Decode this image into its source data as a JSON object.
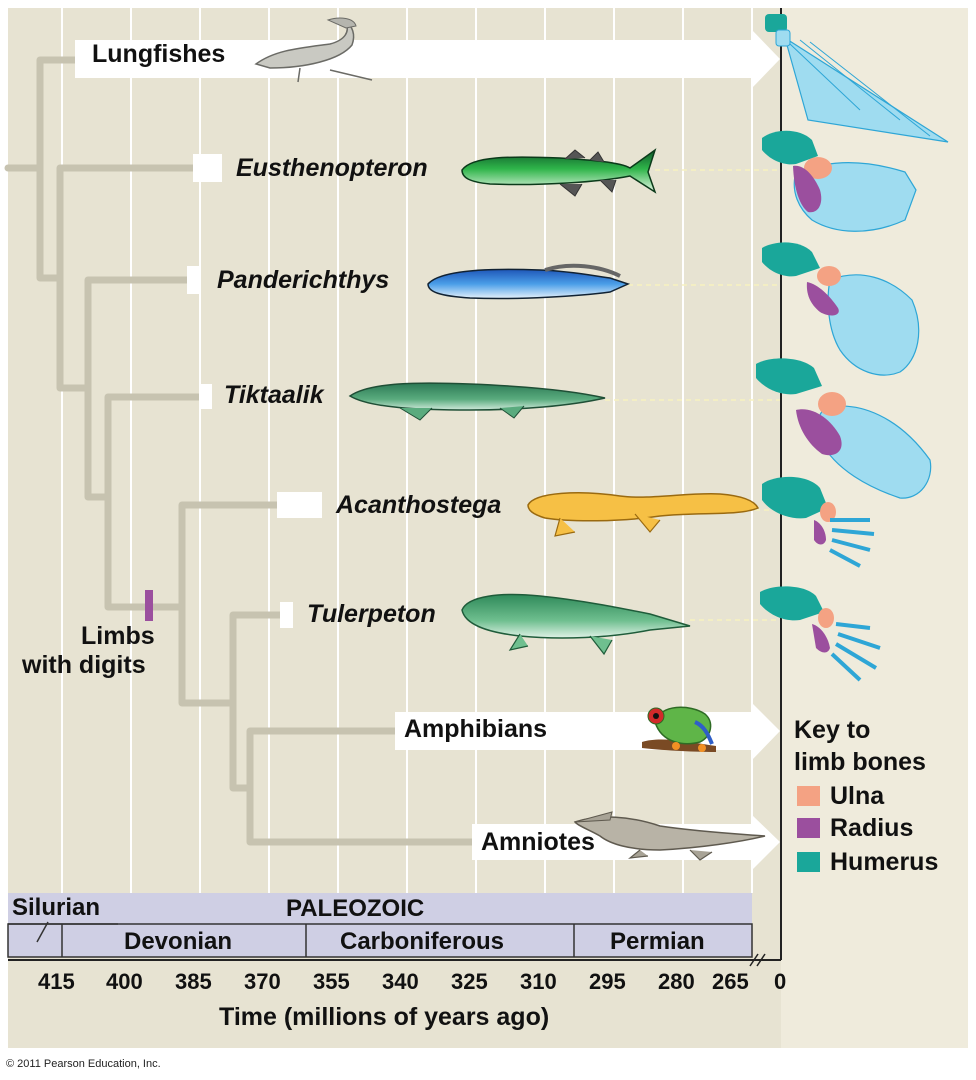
{
  "colors": {
    "background": "#e7e3d2",
    "branch": "#c7c3b0",
    "timescale": "#cfcfe4",
    "ulna": "#f4a283",
    "radius": "#9b4f9e",
    "humerus": "#1aa79a",
    "bones_light": "#9fdcf0",
    "digit_marker": "#9b4f9e"
  },
  "taxa": [
    {
      "label": "Lungfishes",
      "style": "normal",
      "icon": "lungfish-illustration"
    },
    {
      "label": "Eusthenopteron",
      "style": "italic",
      "icon": "eusthenopteron-illustration"
    },
    {
      "label": "Panderichthys",
      "style": "italic",
      "icon": "panderichthys-illustration"
    },
    {
      "label": "Tiktaalik",
      "style": "italic",
      "icon": "tiktaalik-illustration"
    },
    {
      "label": "Acanthostega",
      "style": "italic",
      "icon": "acanthostega-illustration"
    },
    {
      "label": "Tulerpeton",
      "style": "italic",
      "icon": "tulerpeton-illustration"
    },
    {
      "label": "Amphibians",
      "style": "normal",
      "icon": "frog-illustration"
    },
    {
      "label": "Amniotes",
      "style": "normal",
      "icon": "crocodile-illustration"
    }
  ],
  "marker": {
    "label_line1": "Limbs",
    "label_line2": "with digits"
  },
  "key": {
    "title_line1": "Key to",
    "title_line2": "limb bones",
    "items": [
      {
        "label": "Ulna",
        "color": "#f4a283"
      },
      {
        "label": "Radius",
        "color": "#9b4f9e"
      },
      {
        "label": "Humerus",
        "color": "#1aa79a"
      }
    ]
  },
  "timescale": {
    "era": "PALEOZOIC",
    "periods": [
      "Silurian",
      "Devonian",
      "Carboniferous",
      "Permian"
    ]
  },
  "axis": {
    "ticks": [
      "415",
      "400",
      "385",
      "370",
      "355",
      "340",
      "325",
      "310",
      "295",
      "280",
      "265",
      "0"
    ],
    "title": "Time (millions of years ago)"
  },
  "copyright": "© 2011 Pearson Education, Inc."
}
